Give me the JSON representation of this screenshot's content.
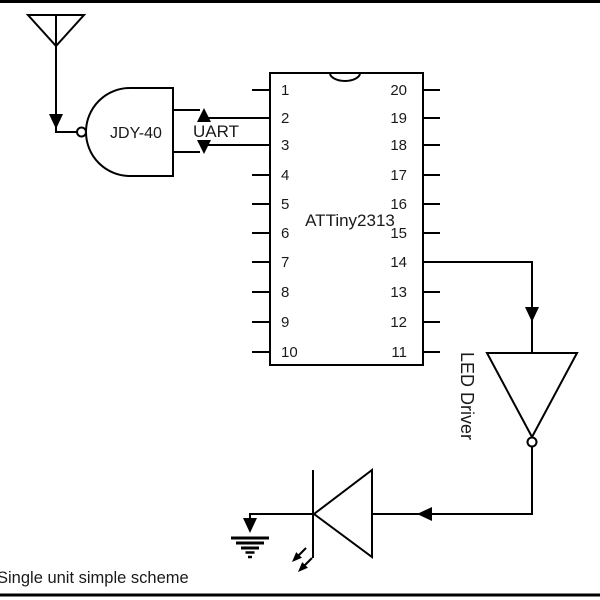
{
  "caption": "Single unit simple scheme",
  "module": {
    "label": "JDY-40"
  },
  "bus": {
    "label": "UART"
  },
  "ic": {
    "label": "ATTiny2313",
    "left_pins": [
      "1",
      "2",
      "3",
      "4",
      "5",
      "6",
      "7",
      "8",
      "9",
      "10"
    ],
    "right_pins": [
      "20",
      "19",
      "18",
      "17",
      "16",
      "15",
      "14",
      "13",
      "12",
      "11"
    ]
  },
  "driver": {
    "label": "LED Driver"
  },
  "colors": {
    "line": "#000000",
    "background": "#ffffff"
  }
}
